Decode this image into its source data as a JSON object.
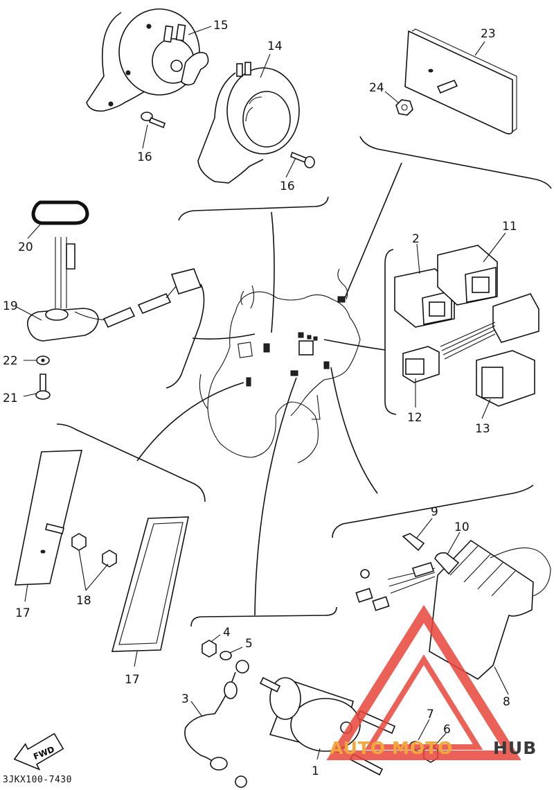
{
  "diagram": {
    "part_labels": {
      "p1": "1",
      "p2": "2",
      "p3": "3",
      "p4": "4",
      "p5": "5",
      "p6": "6",
      "p7": "7",
      "p8": "8",
      "p9": "9",
      "p10": "10",
      "p11": "11",
      "p12": "12",
      "p13": "13",
      "p14": "14",
      "p15": "15",
      "p16a": "16",
      "p16b": "16",
      "p17a": "17",
      "p17b": "17",
      "p18": "18",
      "p19": "19",
      "p20": "20",
      "p21": "21",
      "p22": "22",
      "p23": "23",
      "p24": "24"
    },
    "direction_arrow": "FWD",
    "diagram_code": "3JKX100-7430"
  },
  "watermark": {
    "part1": "AUTO",
    "part2": "MOTO",
    "part3": "HUB",
    "colors": {
      "triangle": "#e8463c",
      "auto": "#f2a83a",
      "moto": "#f2a83a",
      "hub": "#3a3a3a"
    }
  }
}
